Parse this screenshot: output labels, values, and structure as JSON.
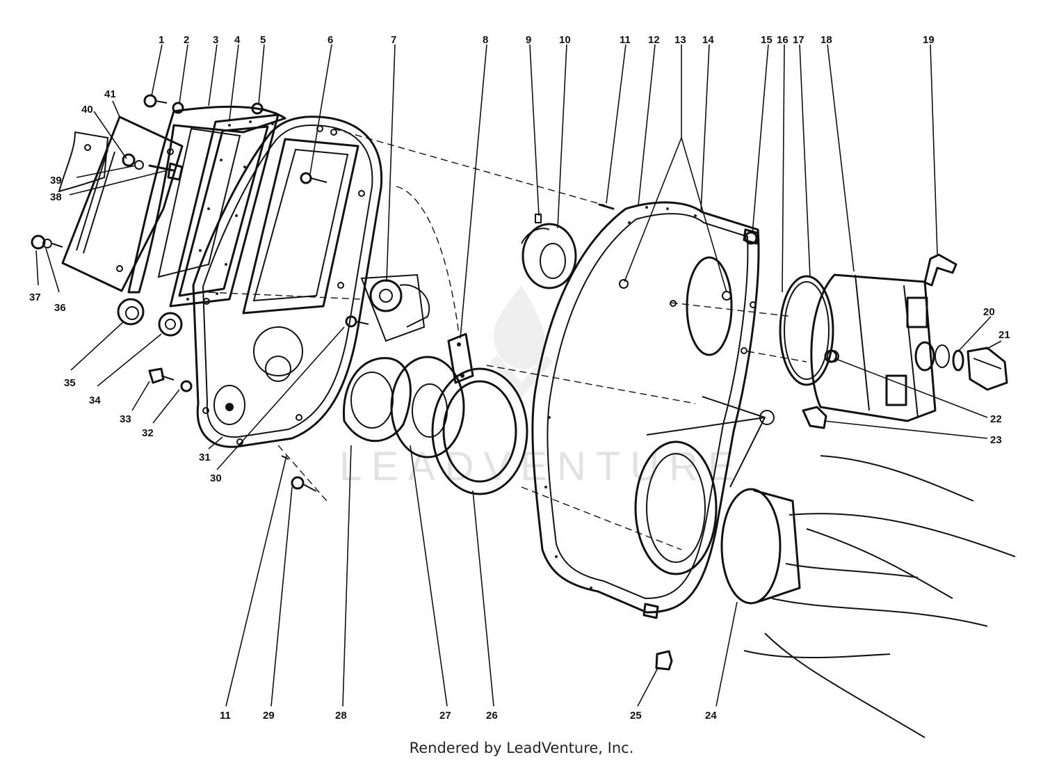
{
  "watermark": "LEADVENTURE",
  "footer": "Rendered by LeadVenture, Inc.",
  "callouts": {
    "c1": "1",
    "c2": "2",
    "c3": "3",
    "c4": "4",
    "c5": "5",
    "c6": "6",
    "c7": "7",
    "c8": "8",
    "c9": "9",
    "c10": "10",
    "c11a": "11",
    "c12": "12",
    "c13": "13",
    "c14": "14",
    "c15": "15",
    "c16": "16",
    "c17": "17",
    "c18": "18",
    "c19": "19",
    "c20": "20",
    "c21": "21",
    "c22": "22",
    "c23": "23",
    "c24": "24",
    "c25": "25",
    "c26": "26",
    "c27": "27",
    "c28": "28",
    "c29": "29",
    "c11b": "11",
    "c30": "30",
    "c31": "31",
    "c32": "32",
    "c33": "33",
    "c34": "34",
    "c35": "35",
    "c36": "36",
    "c37": "37",
    "c38": "38",
    "c39": "39",
    "c40": "40",
    "c41": "41"
  }
}
